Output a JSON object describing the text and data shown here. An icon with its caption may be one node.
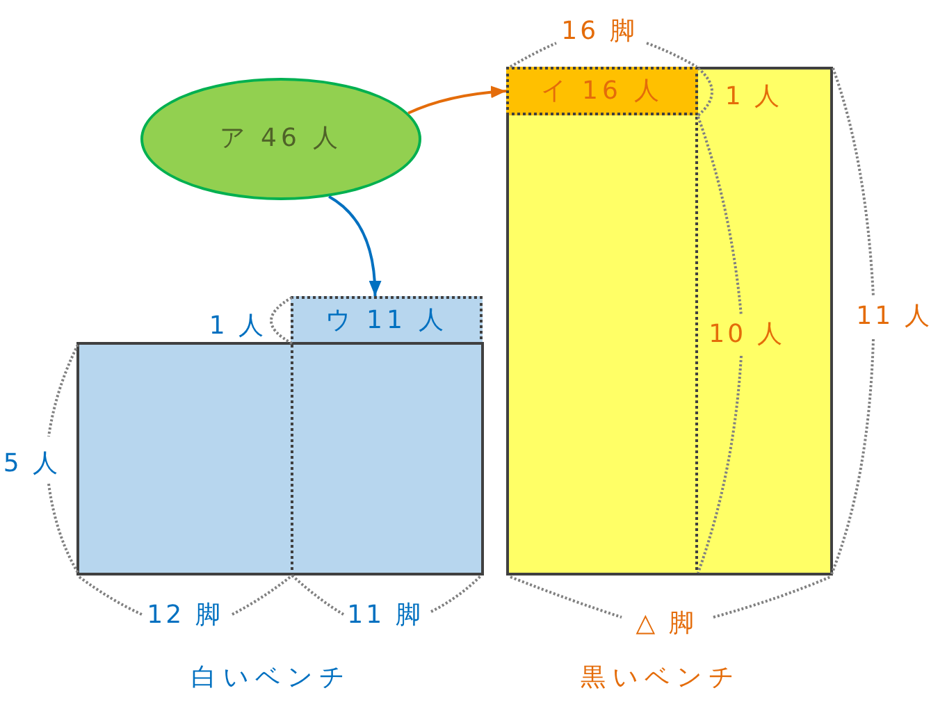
{
  "diagram": {
    "nodes": [
      {
        "text": [
          "ア 46 人"
        ]
      },
      {
        "text": [],
        "shape": "box",
        "beside": [
          "黒いベンチ"
        ]
      },
      {
        "text": [
          "イ 16 人"
        ],
        "in": 1
      },
      {
        "text": [
          "ウ 11 人"
        ]
      },
      {
        "text": [],
        "shape": "box",
        "beside": [
          "白いベンチ"
        ]
      }
    ],
    "edges": [
      {
        "from": 0,
        "to": 2,
        "arrow": "to",
        "color": "#e46c0a"
      },
      {
        "from": 0,
        "to": 3,
        "arrow": "to",
        "color": "#0070c0"
      }
    ],
    "labels": [
      "16 脚",
      "1 人",
      "11 人",
      "1 人",
      "10 人",
      "5 人",
      "12 脚",
      "11 脚",
      "△ 脚"
    ]
  }
}
